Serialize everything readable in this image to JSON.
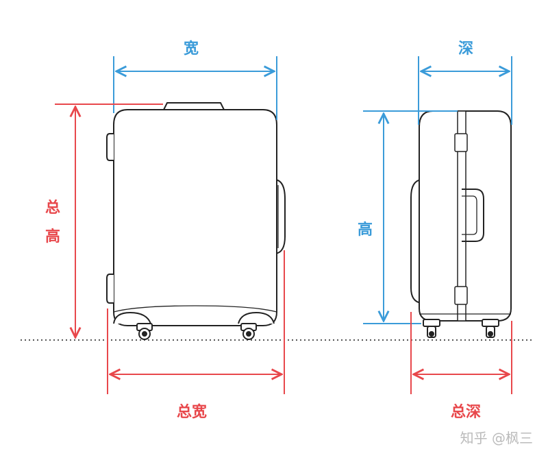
{
  "labels": {
    "width": "宽",
    "depth": "深",
    "overall_height_1": "总",
    "overall_height_2": "高",
    "height": "高",
    "overall_width": "总宽",
    "overall_depth": "总深"
  },
  "watermark": "知乎 @枫三",
  "colors": {
    "blue": "#3a9bd9",
    "red": "#e8474b",
    "outline": "#222222",
    "ground": "#555555"
  },
  "icons": {
    "front_view": "suitcase-front-icon",
    "side_view": "suitcase-side-icon"
  }
}
